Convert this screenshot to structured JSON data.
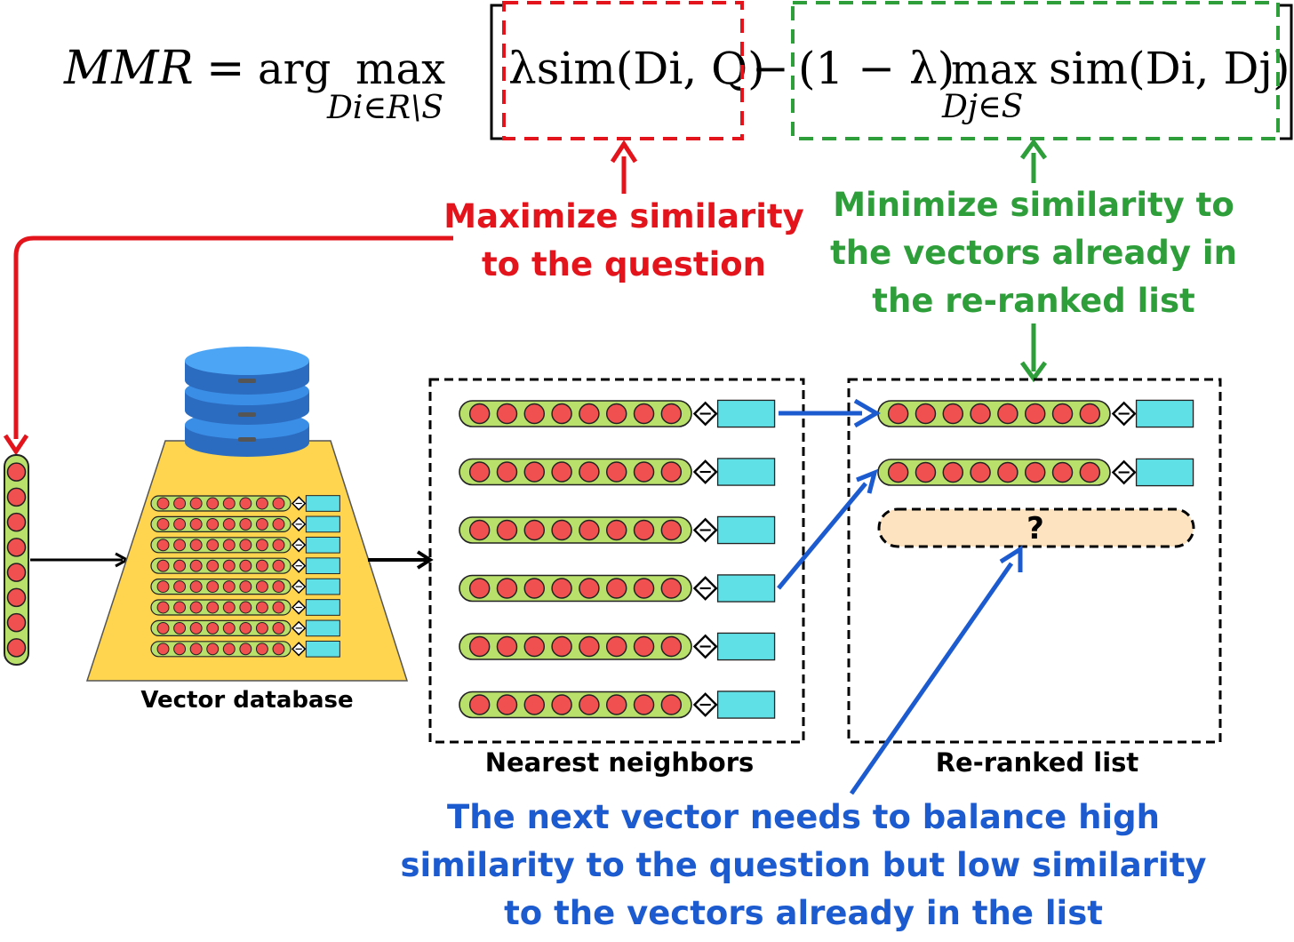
{
  "formula": {
    "lhs": "MMR",
    "eq": "=",
    "argmax_arg": "arg",
    "argmax_max": "max",
    "argmax_sub": "Di∈R\\S",
    "term1": "λsim(Di, Q)",
    "minus": "−",
    "term2_coef": "(1 − λ)",
    "term2_max": "max",
    "term2_sub": "Dj∈S",
    "term2_sim": "sim(Di, Dj)"
  },
  "annotations": {
    "maximize": [
      "Maximize similarity",
      "to the question"
    ],
    "minimize": [
      "Minimize similarity to",
      "the vectors already in",
      "the re-ranked list"
    ],
    "balance": [
      "The next vector needs to balance high",
      "similarity to the question but low similarity",
      "to the vectors already in the list"
    ]
  },
  "labels": {
    "vector_database": "Vector database",
    "nearest_neighbors": "Nearest neighbors",
    "reranked_list": "Re-ranked list",
    "unknown": "?"
  },
  "colors": {
    "red": "#e3141c",
    "green": "#2e9e3a",
    "blue": "#1c5ad0",
    "vector_fill": "#b8e06a",
    "circle_fill": "#f05050",
    "tag_fill": "#5fe0e6",
    "db_fill": "#ffd54f",
    "db_blue": "#3a8ee6",
    "placeholder_fill": "#fde3c0"
  },
  "diagram": {
    "query_vector_elements": 8,
    "db_vectors": 8,
    "nearest_neighbor_count": 6,
    "reranked_count": 2,
    "elements_per_vector": 8
  }
}
